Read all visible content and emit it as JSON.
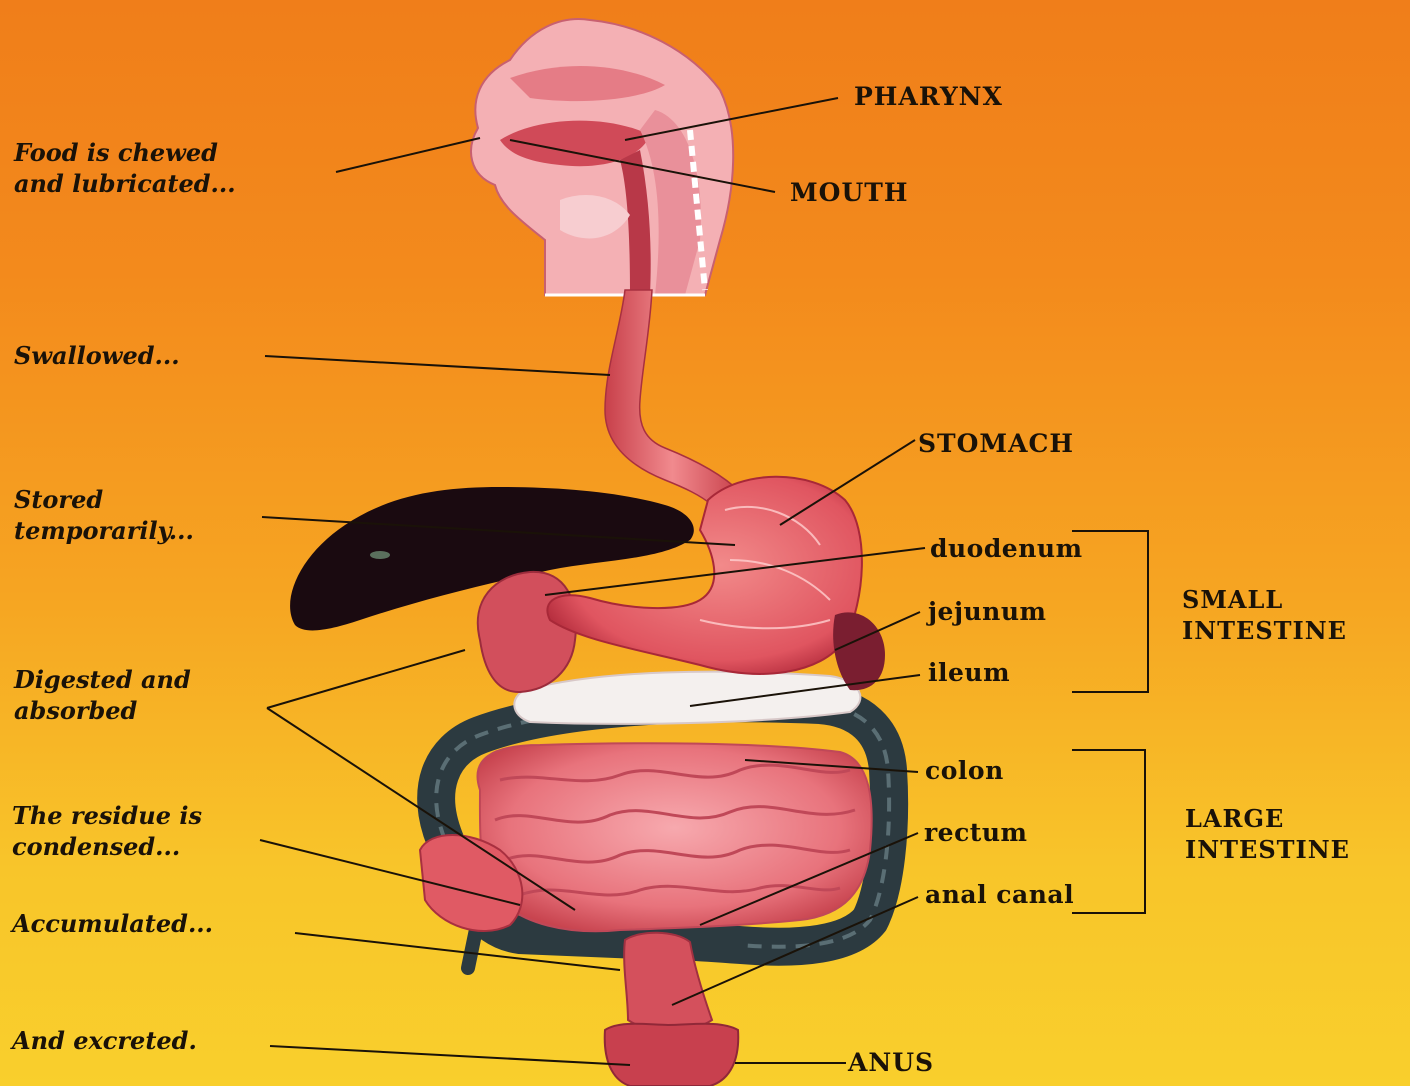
{
  "left_labels": {
    "chew": [
      "Food is chewed",
      "and lubricated..."
    ],
    "swallow": [
      "Swallowed..."
    ],
    "store": [
      "Stored",
      "temporarily..."
    ],
    "digest": [
      "Digested and",
      "absorbed"
    ],
    "condense": [
      "The residue is",
      "condensed..."
    ],
    "accumulate": [
      "Accumulated..."
    ],
    "excrete": [
      "And excreted."
    ]
  },
  "right_labels": {
    "pharynx": "PHARYNX",
    "mouth": "MOUTH",
    "stomach": "STOMACH",
    "duodenum": "duodenum",
    "jejunum": "jejunum",
    "ileum": "ileum",
    "colon": "colon",
    "rectum": "rectum",
    "anal_canal": "anal canal",
    "anus": "ANUS"
  },
  "groups": {
    "small_intestine": [
      "SMALL",
      "INTESTINE"
    ],
    "large_intestine": [
      "LARGE",
      "INTESTINE"
    ]
  },
  "colors": {
    "background_top": "#f07e1a",
    "background_bottom": "#f9cf2c",
    "organ_pink": "#e8737c",
    "liver": "#1a0a10",
    "colon_dark": "#2c3a40"
  }
}
